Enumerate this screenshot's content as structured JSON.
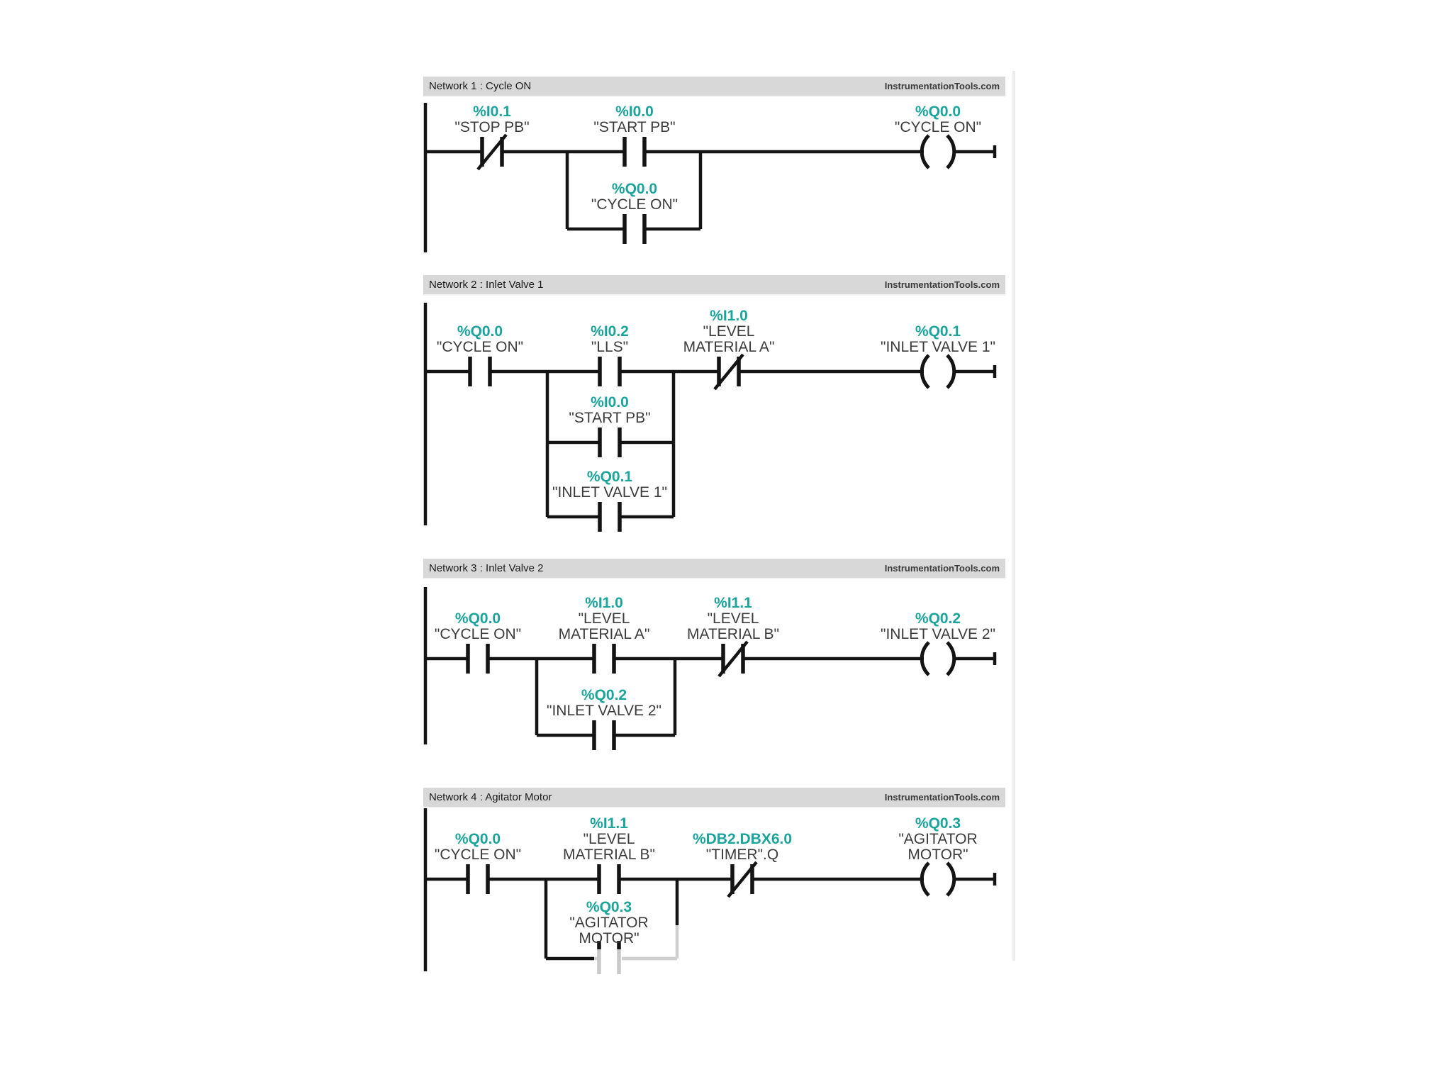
{
  "editor": {
    "watermark": "InstrumentationTools.com",
    "accent_color": "#1ba49b",
    "label_color": "#3c3c3c",
    "wire_color": "#141414",
    "header_bg": "#d8d8d8"
  },
  "networks": [
    {
      "title": "Network 1 : Cycle ON",
      "c1": {
        "addr": "%I0.1",
        "l1": "\"STOP PB\"",
        "type": "NC contact"
      },
      "c2": {
        "addr": "%I0.0",
        "l1": "\"START PB\"",
        "type": "NO contact"
      },
      "b1": {
        "addr": "%Q0.0",
        "l1": "\"CYCLE ON\"",
        "type": "NO contact (latch branch)"
      },
      "coil": {
        "addr": "%Q0.0",
        "l1": "\"CYCLE ON\""
      }
    },
    {
      "title": "Network 2 : Inlet Valve 1",
      "c1": {
        "addr": "%Q0.0",
        "l1": "\"CYCLE ON\"",
        "type": "NO contact"
      },
      "c2": {
        "addr": "%I0.2",
        "l1": "\"LLS\"",
        "type": "NO contact"
      },
      "c3": {
        "addr": "%I1.0",
        "l1": "\"LEVEL",
        "l2": "MATERIAL A\"",
        "type": "NC contact"
      },
      "b1": {
        "addr": "%I0.0",
        "l1": "\"START PB\"",
        "type": "NO contact (branch)"
      },
      "b2": {
        "addr": "%Q0.1",
        "l1": "\"INLET VALVE 1\"",
        "type": "NO contact (latch branch)"
      },
      "coil": {
        "addr": "%Q0.1",
        "l1": "\"INLET VALVE 1\""
      }
    },
    {
      "title": "Network 3 : Inlet Valve 2",
      "c1": {
        "addr": "%Q0.0",
        "l1": "\"CYCLE ON\"",
        "type": "NO contact"
      },
      "c2": {
        "addr": "%I1.0",
        "l1": "\"LEVEL",
        "l2": "MATERIAL A\"",
        "type": "NO contact"
      },
      "c3": {
        "addr": "%I1.1",
        "l1": "\"LEVEL",
        "l2": "MATERIAL B\"",
        "type": "NC contact"
      },
      "b1": {
        "addr": "%Q0.2",
        "l1": "\"INLET VALVE 2\"",
        "type": "NO contact (latch branch)"
      },
      "coil": {
        "addr": "%Q0.2",
        "l1": "\"INLET VALVE 2\""
      }
    },
    {
      "title": "Network 4 : Agitator Motor",
      "c1": {
        "addr": "%Q0.0",
        "l1": "\"CYCLE ON\"",
        "type": "NO contact"
      },
      "c2": {
        "addr": "%I1.1",
        "l1": "\"LEVEL",
        "l2": "MATERIAL B\"",
        "type": "NO contact"
      },
      "c3": {
        "addr": "%DB2.DBX6.0",
        "l1": "\"TIMER\".Q",
        "type": "NC contact"
      },
      "b1": {
        "addr": "%Q0.3",
        "l1": "\"AGITATOR",
        "l2": "MOTOR\"",
        "type": "NO contact (latch branch, partially rendered)"
      },
      "coil": {
        "addr": "%Q0.3",
        "l1": "\"AGITATOR",
        "l2": "MOTOR\""
      }
    }
  ]
}
